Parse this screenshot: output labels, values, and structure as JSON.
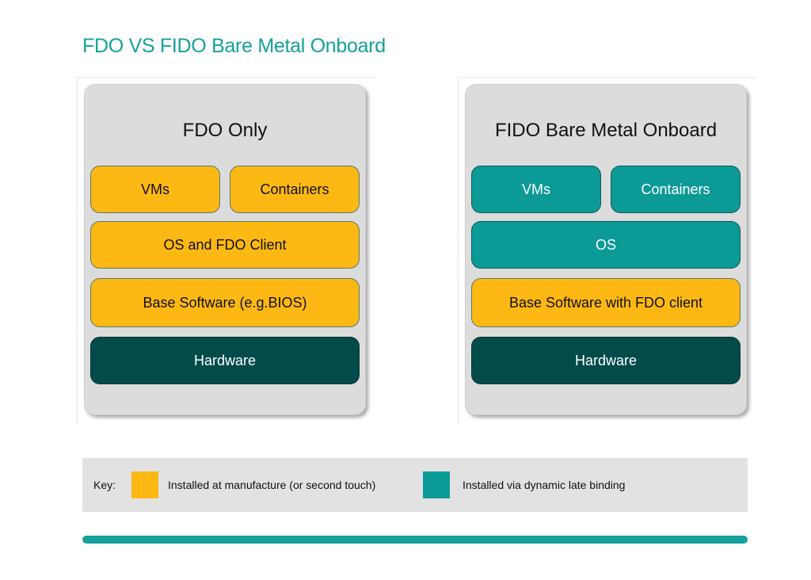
{
  "title": "FDO VS FIDO Bare Metal Onboard",
  "left": {
    "title": "FDO Only",
    "vms": "VMs",
    "containers": "Containers",
    "os": "OS and FDO Client",
    "base": "Base Software  (e.g.BIOS)",
    "hardware": "Hardware"
  },
  "right": {
    "title": "FIDO Bare Metal Onboard",
    "vms": "VMs",
    "containers": "Containers",
    "os": "OS",
    "base": "Base Software with  FDO client",
    "hardware": "Hardware"
  },
  "key": {
    "label": "Key:",
    "manufacture": "Installed at manufacture (or second touch)",
    "dynamic": "Installed via dynamic late binding"
  },
  "colors": {
    "accent": "#14a19a",
    "manufacture": "#fdb813",
    "dynamic": "#0c9a96",
    "hardware": "#024b4b"
  }
}
